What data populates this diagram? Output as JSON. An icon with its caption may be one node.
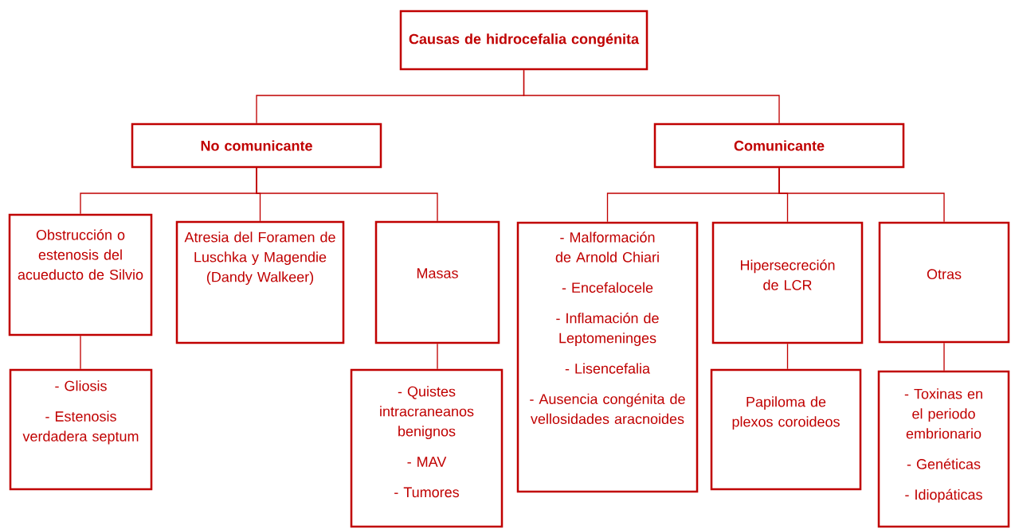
{
  "diagram": {
    "nodes": [
      {
        "text": [
          "Causas de hidrocefalia congénita"
        ]
      },
      {
        "text": [
          "No comunicante"
        ]
      },
      {
        "text": [
          "Comunicante"
        ]
      },
      {
        "text": [
          "Obstrucción o estenosis del acueducto de Silvio"
        ]
      },
      {
        "text": [
          "Atresia del Foramen de Luschka y Magendie (Dandy Walkeer)"
        ]
      },
      {
        "text": [
          "Masas"
        ]
      },
      {
        "text": [
          "- Malformación de Arnold Chiari",
          "- Encefalocele",
          "- Inflamación de Leptomeninges",
          "- Lisencefalia",
          "- Ausencia congénita de vellosidades aracnoides"
        ]
      },
      {
        "text": [
          "Hipersecreción de LCR"
        ]
      },
      {
        "text": [
          "Otras"
        ]
      },
      {
        "text": [
          "- Gliosis",
          "- Estenosis verdadera septum"
        ]
      },
      {
        "text": [
          "- Quistes intracraneanos benignos",
          "- MAV",
          "- Tumores"
        ]
      },
      {
        "text": [
          "Papiloma de plexos coroideos"
        ]
      },
      {
        "text": [
          "- Toxinas en el periodo embrionario",
          "- Genéticas",
          "- Idiopáticas"
        ]
      }
    ],
    "edges": [
      {
        "from": 0,
        "to": 1,
        "arrow": "none"
      },
      {
        "from": 0,
        "to": 2,
        "arrow": "none"
      },
      {
        "from": 1,
        "to": 3,
        "arrow": "none"
      },
      {
        "from": 1,
        "to": 4,
        "arrow": "none"
      },
      {
        "from": 1,
        "to": 5,
        "arrow": "none"
      },
      {
        "from": 2,
        "to": 6,
        "arrow": "none"
      },
      {
        "from": 2,
        "to": 7,
        "arrow": "none"
      },
      {
        "from": 2,
        "to": 8,
        "arrow": "none"
      },
      {
        "from": 3,
        "to": 9,
        "arrow": "none"
      },
      {
        "from": 5,
        "to": 10,
        "arrow": "none"
      },
      {
        "from": 7,
        "to": 11,
        "arrow": "none"
      },
      {
        "from": 8,
        "to": 12,
        "arrow": "none"
      }
    ]
  }
}
